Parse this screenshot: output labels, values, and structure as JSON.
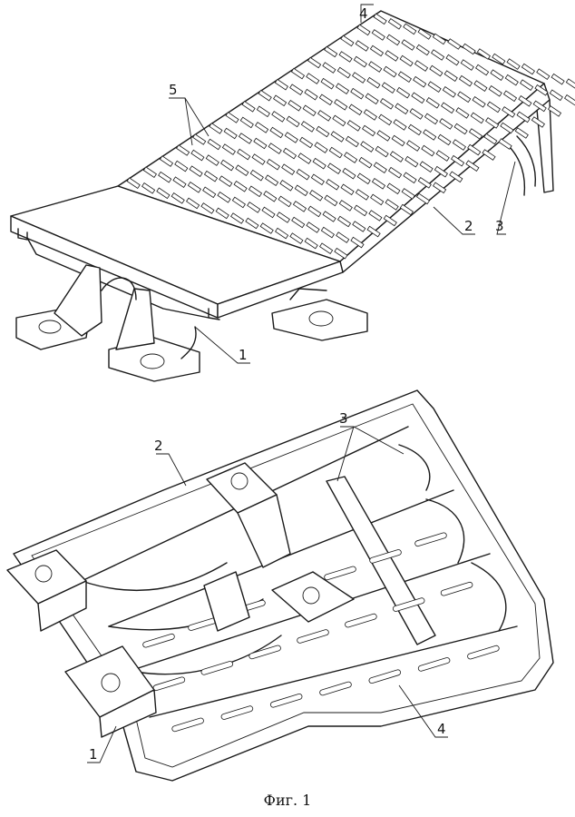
{
  "figure": {
    "caption": "Фиг. 1",
    "top_view_labels": {
      "l1": "1",
      "l2": "2",
      "l3": "3",
      "l4": "4",
      "l5": "5"
    },
    "bottom_view_labels": {
      "l1": "1",
      "l2": "2",
      "l3": "3",
      "l4": "4"
    }
  }
}
